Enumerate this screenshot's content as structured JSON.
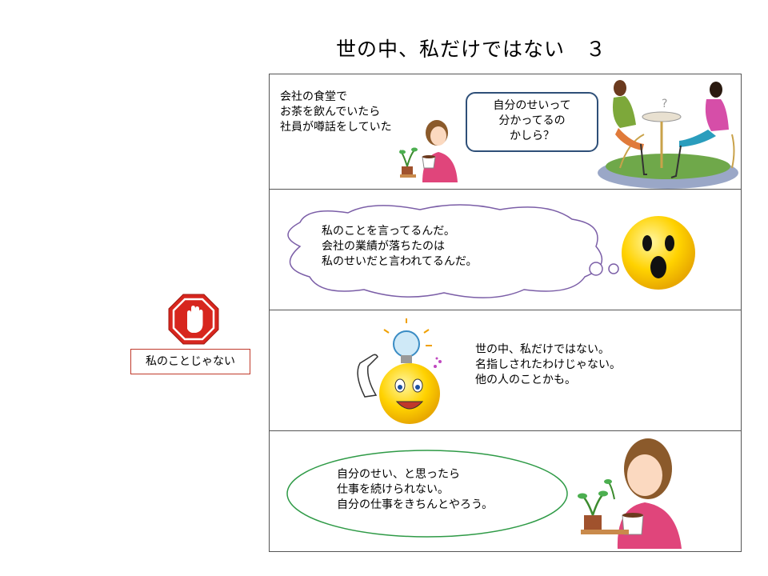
{
  "title": "世の中、私だけではない　３",
  "panel1": {
    "text": "会社の食堂で\nお茶を飲んでいたら\n社員が噂話をしていた",
    "bubble": "自分のせいって\n分かってるの\nかしら？"
  },
  "panel2": {
    "text": "私のことを言ってるんだ。\n会社の業績が落ちたのは\n私のせいだと言われてるんだ。"
  },
  "panel3": {
    "text": "世の中、私だけではない。\n名指しされたわけじゃない。\n他の人のことかも。"
  },
  "panel4": {
    "text": "自分のせい、と思ったら\n仕事を続けられない。\n自分の仕事をきちんとやろう。"
  },
  "stop": {
    "label": "私のことじゃない"
  },
  "colors": {
    "stop_red": "#d7261e",
    "bubble_border": "#2e4f78",
    "cloud_border": "#7b5ea7",
    "ellipse_border": "#2e9a46",
    "smiley_yellow": "#ffd200"
  },
  "icons": [
    "stop-hand-icon",
    "woman-with-tea-icon",
    "chatting-women-icon",
    "surprised-face-icon",
    "lightbulb-smiley-icon"
  ]
}
